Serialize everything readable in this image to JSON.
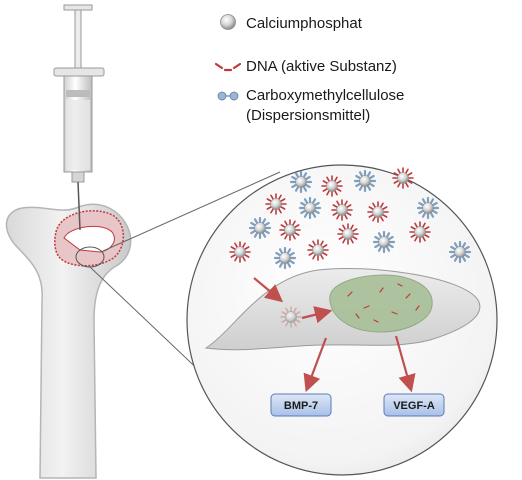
{
  "legend": {
    "calcium": "Calciumphosphat",
    "dna": "DNA (aktive Substanz)",
    "cmc_line1": "Carboxymethylcellulose",
    "cmc_line2": "(Dispersionsmittel)"
  },
  "outputs": {
    "bmp": "BMP-7",
    "vegf": "VEGF-A"
  },
  "colors": {
    "dna_red": "#c0393b",
    "cmc_blue": "#7f9fc0",
    "nucleus_green": "#a8bf98",
    "arrow_red": "#c0504d",
    "box_fill": "#c5d6f2",
    "box_stroke": "#5a7bb8"
  }
}
